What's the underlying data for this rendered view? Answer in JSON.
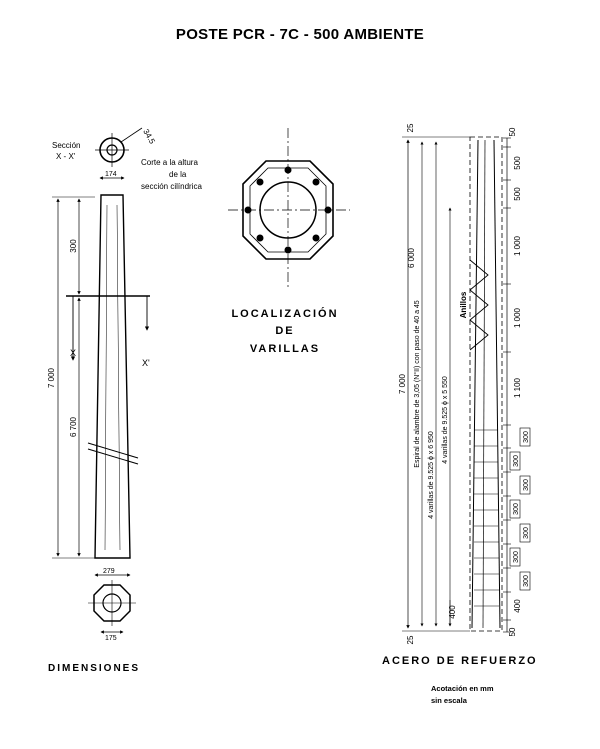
{
  "title": "POSTE PCR -   7C - 500 AMBIENTE",
  "dimensiones": {
    "heading": "DIMENSIONES",
    "seccion_label": "Sección",
    "seccion_xx": "X - X'",
    "wall": "34.5",
    "corte_1": "Corte a la altura",
    "corte_2": "de la",
    "corte_3": "sección cilíndrica",
    "top_dia": "174",
    "bottom_dia": "279",
    "base_dia": "175",
    "h_300": "300",
    "h_total": "7 000",
    "h_6700": "6 700",
    "x_left": "X",
    "x_right": "X'"
  },
  "localizacion": {
    "line1": "LOCALIZACIÓN",
    "line2": "DE",
    "line3": "VARILLAS"
  },
  "acero": {
    "heading": "ACERO DE REFUERZO",
    "total": "7 000",
    "top25": "25",
    "bot25": "25",
    "l6000": "6 000",
    "espiral": "Espiral de alambre de 3,05  (N°II) con paso de 40 a 45",
    "var1": "4 varillas de  9.525  ϕ x 6 950",
    "var2": "4 varillas de  9.525  ϕ x 5 550",
    "anillos": "Anillos",
    "b400": "400",
    "r50top": "50",
    "r500a": "500",
    "r500b": "500",
    "r1000a": "1 000",
    "r1000b": "1 000",
    "r1100": "1 100",
    "r300": [
      "300",
      "300",
      "300",
      "300",
      "300",
      "300",
      "300"
    ],
    "r400": "400",
    "r50bot": "50"
  },
  "nota": {
    "line1": "Acotación en mm",
    "line2": "sin escala"
  }
}
